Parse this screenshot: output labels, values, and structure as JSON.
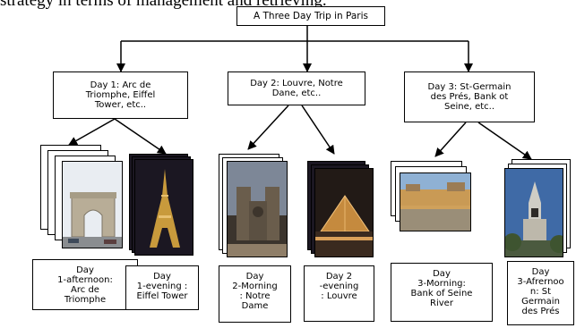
{
  "intro_text": "strategy in terms of management and retrieving.",
  "root": {
    "label": "A Three Day Trip in Paris"
  },
  "days": [
    {
      "label": "Day 1: Arc de\nTriomphe, Eiffel\nTower, etc..",
      "photos": [
        {
          "subject": "arc-de-triomphe-photo",
          "caption": "Day\n1-afternoon:\nArc de\nTriomphe"
        },
        {
          "subject": "eiffel-tower-night-photo",
          "caption": "Day\n1-evening :\nEiffel Tower"
        }
      ]
    },
    {
      "label": "Day 2: Louvre, Notre\nDane, etc..",
      "photos": [
        {
          "subject": "notre-dame-photo",
          "caption": "Day\n2-Morning\n: Notre\nDame"
        },
        {
          "subject": "louvre-pyramid-night-photo",
          "caption": "Day 2\n-evening\n: Louvre"
        }
      ]
    },
    {
      "label": "Day 3: St-Germain\ndes Prés, Bank ot\nSeine, etc..",
      "photos": [
        {
          "subject": "seine-riverbank-photo",
          "caption": "Day\n3-Morning:\nBank of Seine\nRiver"
        },
        {
          "subject": "st-germain-church-photo",
          "caption": "Day\n3-Afrernoo\nn: St\nGermain\ndes Prés"
        }
      ]
    }
  ]
}
